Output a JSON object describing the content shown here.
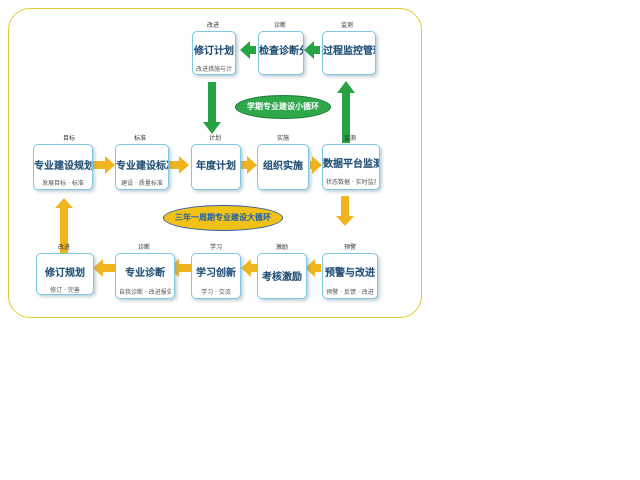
{
  "colors": {
    "frame_border": "#e0cc30",
    "box_border": "#7ec8e3",
    "arrow_yellow": "#f0b41e",
    "arrow_green": "#27a343",
    "ellipse_green": "#2ea84a",
    "ellipse_yellow": "#f0c218"
  },
  "labels": {
    "inner_loop": "学期专业建设小循环",
    "outer_loop": "三年一周期专业建设大循环"
  },
  "top_row": [
    {
      "tag": "改进",
      "title": "修订计划",
      "sub": "改进措施与计划"
    },
    {
      "tag": "诊断",
      "title": "检查诊断分析",
      "sub": ""
    },
    {
      "tag": "监测",
      "title": "过程监控管理",
      "sub": ""
    }
  ],
  "middle_row": [
    {
      "tag": "目标",
      "title": "专业建设规划",
      "sub": "发展目标 · 标准"
    },
    {
      "tag": "标准",
      "title": "专业建设标准",
      "sub": "建设 · 质量标准"
    },
    {
      "tag": "计划",
      "title": "年度计划",
      "sub": ""
    },
    {
      "tag": "实施",
      "title": "组织实施",
      "sub": ""
    },
    {
      "tag": "监测",
      "title": "数据平台监测",
      "sub": "状态数据 · 实时监测 · 预警"
    }
  ],
  "bottom_row": [
    {
      "tag": "改进",
      "title": "修订规划",
      "sub": "修订 · 完善"
    },
    {
      "tag": "诊断",
      "title": "专业诊断",
      "sub": "自我诊断 · 改进报告"
    },
    {
      "tag": "学习",
      "title": "学习创新",
      "sub": "学习 · 交流"
    },
    {
      "tag": "激励",
      "title": "考核激励",
      "sub": ""
    },
    {
      "tag": "预警",
      "title": "预警与改进",
      "sub": "预警 · 反馈 · 改进"
    }
  ]
}
